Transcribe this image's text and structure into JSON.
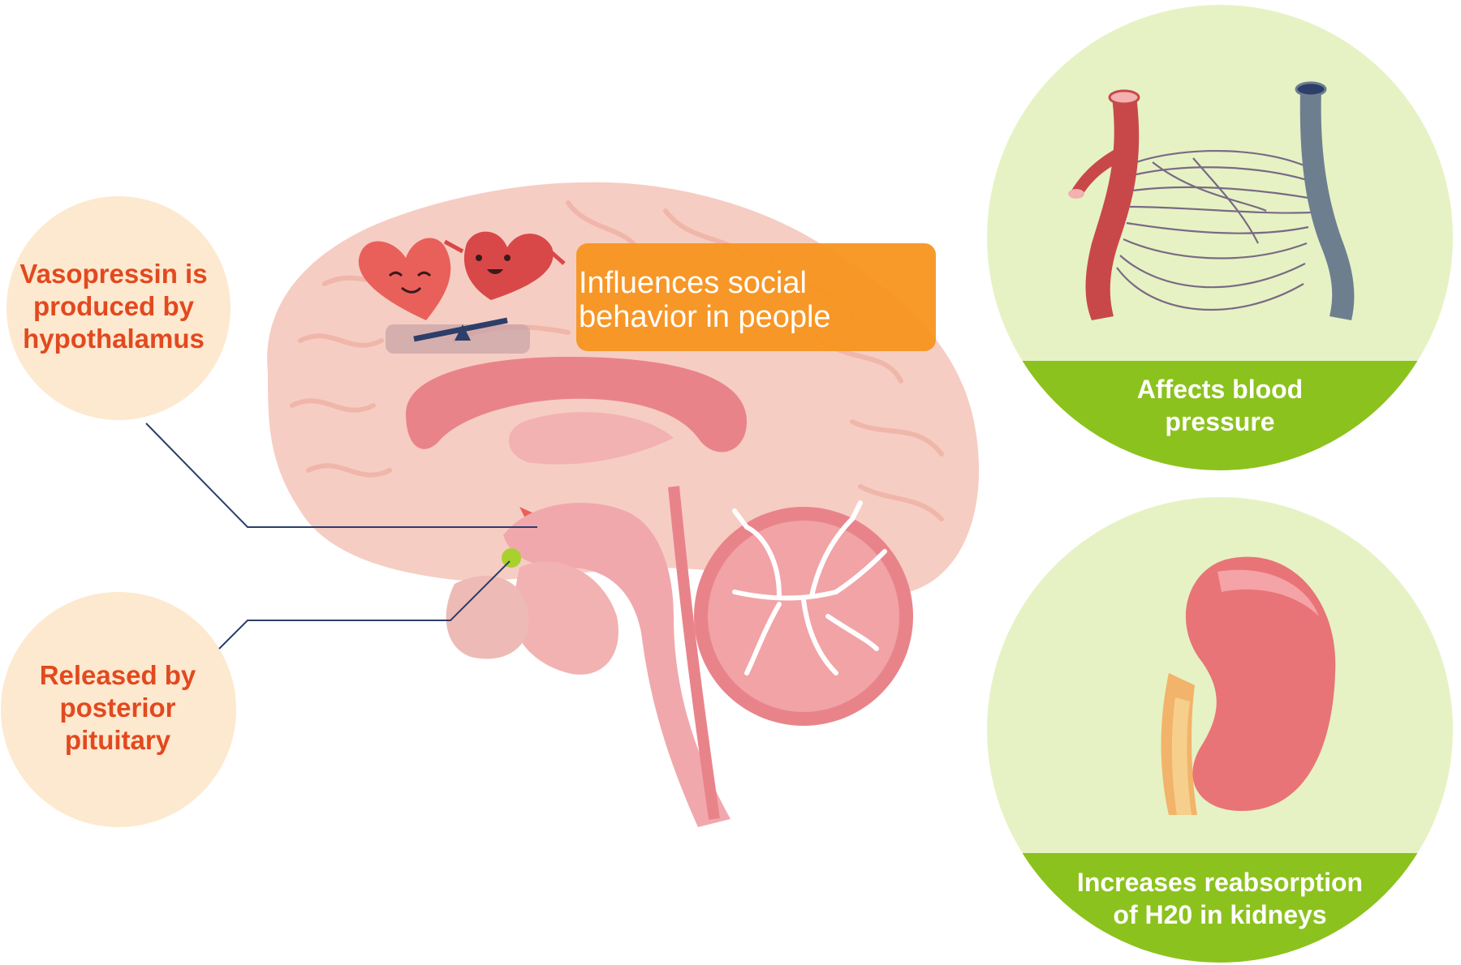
{
  "labels": {
    "hypothalamus": {
      "bold": "Vasopressin",
      "rest_line1": " is",
      "line2": "produced by",
      "line3": "hypothalamus"
    },
    "pituitary": {
      "line1": "Released by",
      "line2": "posterior",
      "line3": "pituitary"
    },
    "social": {
      "line1": "Influences social",
      "line2": "behavior in people"
    },
    "blood": {
      "line1": "Affects blood",
      "line2": "pressure"
    },
    "kidney": {
      "line1": "Increases reabsorption",
      "line2": "of H20 in kidneys"
    }
  },
  "colors": {
    "cream_circle": "#fde9cf",
    "green_circle": "#e6f2c4",
    "green_band": "#8cc21d",
    "orange_box": "#f7941d",
    "label_red": "#e2491f",
    "brain_outer": "#f6cdc3",
    "brain_fold": "#f0b6aa",
    "pink_deep": "#e9838a",
    "artery": "#c8484a",
    "vein": "#6d7f8f",
    "kidney": "#e87478",
    "ureter": "#f2b36a",
    "leader_line": "#2d3e6a",
    "pituitary_dot": "#a9d12d"
  },
  "icons": [
    "heart-characters-seesaw-icon",
    "blood-vessels-icon",
    "kidney-icon",
    "brain-icon"
  ]
}
